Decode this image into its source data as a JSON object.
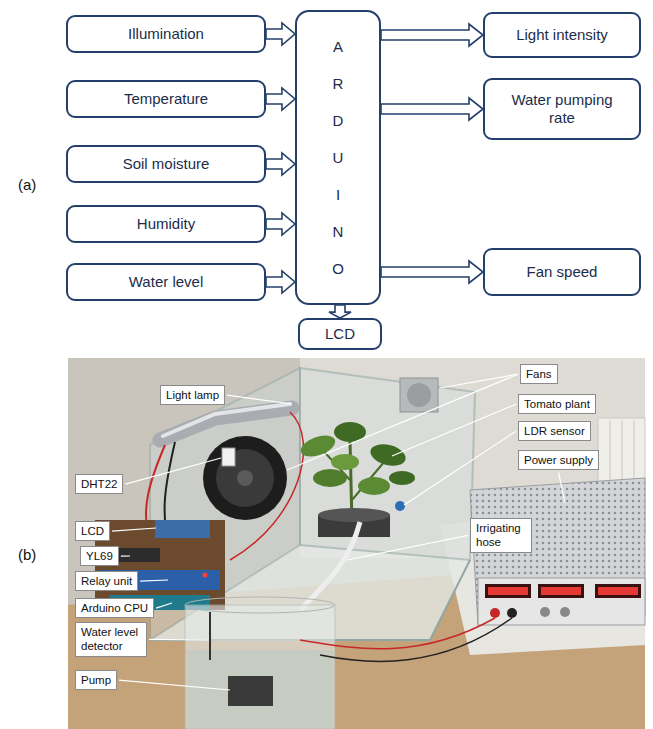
{
  "diagram": {
    "nodes": [
      {
        "text": [
          "Illumination"
        ]
      },
      {
        "text": [
          "Temperature"
        ]
      },
      {
        "text": [
          "Soil moisture"
        ]
      },
      {
        "text": [
          "Humidity"
        ]
      },
      {
        "text": [
          "Water level"
        ]
      },
      {
        "text": [
          "A R D U I N O"
        ]
      },
      {
        "text": [
          "Light intensity"
        ]
      },
      {
        "text": [
          "Water pumping rate"
        ]
      },
      {
        "text": [
          "Fan speed"
        ]
      },
      {
        "text": [
          "LCD"
        ]
      }
    ],
    "edges": [
      {
        "from": 0,
        "to": 5,
        "arrow": "to"
      },
      {
        "from": 1,
        "to": 5,
        "arrow": "to"
      },
      {
        "from": 2,
        "to": 5,
        "arrow": "to"
      },
      {
        "from": 3,
        "to": 5,
        "arrow": "to"
      },
      {
        "from": 4,
        "to": 5,
        "arrow": "to"
      },
      {
        "from": 5,
        "to": 6,
        "arrow": "to"
      },
      {
        "from": 5,
        "to": 7,
        "arrow": "to"
      },
      {
        "from": 5,
        "to": 8,
        "arrow": "to"
      },
      {
        "from": 5,
        "to": 9,
        "arrow": "to"
      }
    ],
    "labels": [
      "(a)",
      "(b)",
      "Light lamp",
      "Fans",
      "Tomato plant",
      "LDR sensor",
      "Power supply",
      "DHT22",
      "Irrigating hose",
      "LCD",
      "YL69",
      "Relay unit",
      "Arduino CPU",
      "Water level detector",
      "Pump"
    ]
  }
}
